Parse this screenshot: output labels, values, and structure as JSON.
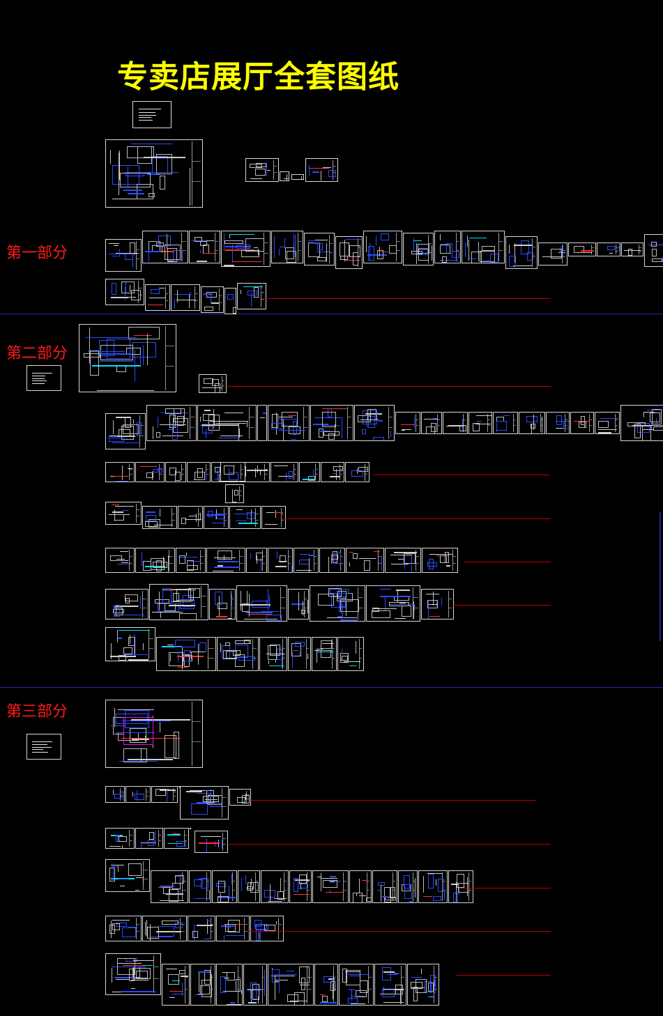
{
  "title": "专卖店展厅全套图纸",
  "sections": [
    {
      "id": "part1",
      "label": "第一部分"
    },
    {
      "id": "part2",
      "label": "第二部分"
    },
    {
      "id": "part3",
      "label": "第三部分"
    }
  ],
  "colors": {
    "background": "#000000",
    "title": "#ffff00",
    "section_label": "#ff1a1a",
    "separator": "#2a2ab0",
    "row_line": "#c00000",
    "sheet_border": "#d8d8d8",
    "accent_blue": "#2a4cff",
    "accent_magenta": "#ff00ff"
  }
}
